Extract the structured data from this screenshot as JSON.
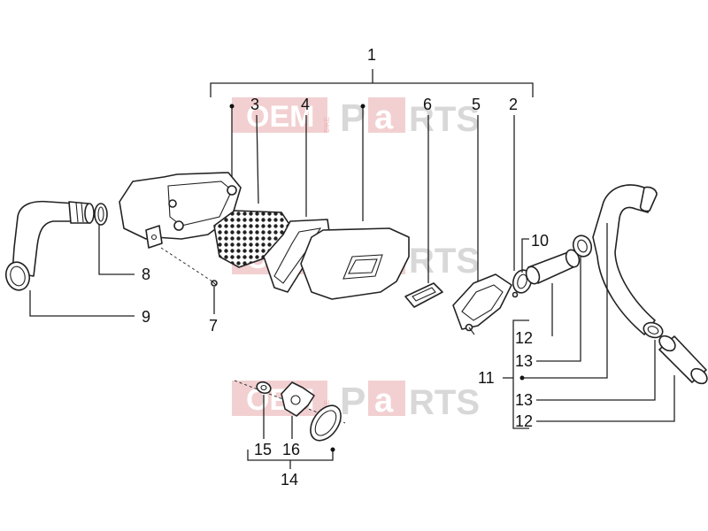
{
  "callouts": {
    "c1": "1",
    "c2": "2",
    "c3": "3",
    "c4": "4",
    "c5": "5",
    "c6": "6",
    "c7": "7",
    "c8": "8",
    "c9": "9",
    "c10": "10",
    "c11": "11",
    "c12a": "12",
    "c13a": "13",
    "c13b": "13",
    "c12b": "12",
    "c14": "14",
    "c15": "15",
    "c16": "16"
  },
  "watermark": {
    "oem": "OEM",
    "bike": "BIKE",
    "p": "P",
    "a": "a",
    "rts": "RTS"
  },
  "colors": {
    "watermark_accent": "#e8a9ab",
    "line": "#222222"
  }
}
